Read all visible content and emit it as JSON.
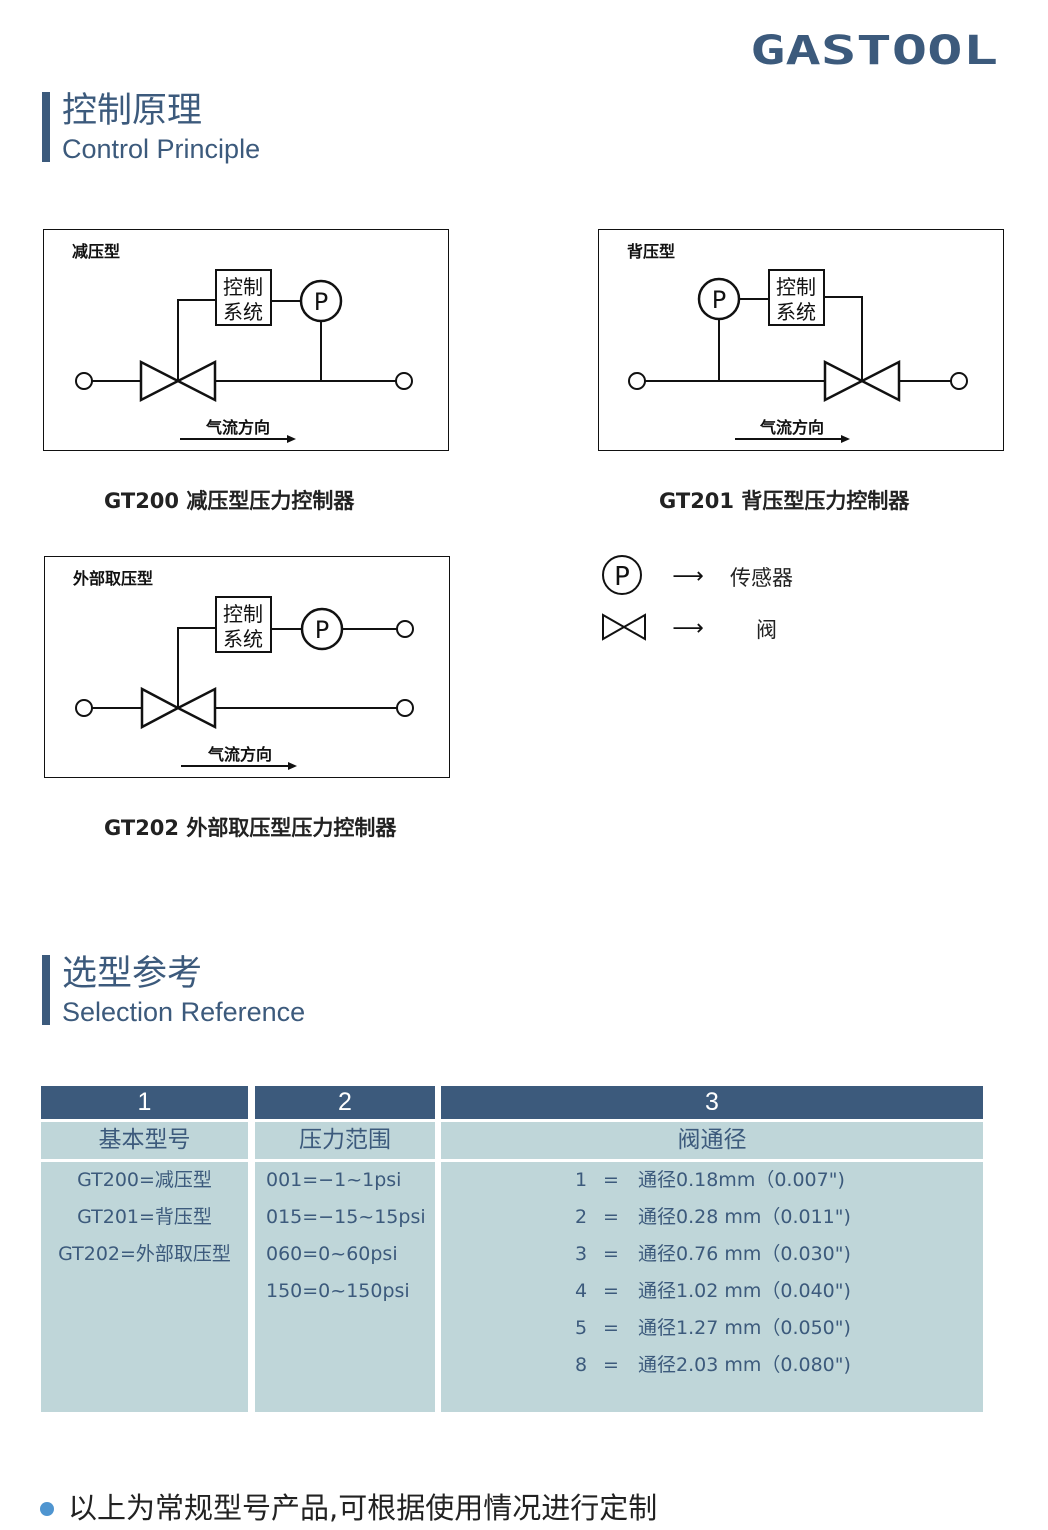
{
  "brand": {
    "logo_text": "GASTOOL",
    "color": "#3c5a7c"
  },
  "section1": {
    "title_zh": "控制原理",
    "title_en": "Control Principle"
  },
  "diagrams": [
    {
      "type_label": "减压型",
      "caption": "GT200 减压型压力控制器",
      "box_label_line1": "控制",
      "box_label_line2": "系统",
      "sensor": "P",
      "flow_label": "气流方向"
    },
    {
      "type_label": "背压型",
      "caption": "GT201 背压型压力控制器",
      "box_label_line1": "控制",
      "box_label_line2": "系统",
      "sensor": "P",
      "flow_label": "气流方向"
    },
    {
      "type_label": "外部取压型",
      "caption": "GT202 外部取压型压力控制器",
      "box_label_line1": "控制",
      "box_label_line2": "系统",
      "sensor": "P",
      "flow_label": "气流方向"
    }
  ],
  "legend": [
    {
      "symbol": "P",
      "arrow": "⟶",
      "label": "传感器"
    },
    {
      "symbol": "valve",
      "arrow": "⟶",
      "label": "阀"
    }
  ],
  "section2": {
    "title_zh": "选型参考",
    "title_en": "Selection Reference"
  },
  "selection_table": {
    "columns": [
      {
        "number": "1",
        "header": "基本型号",
        "rows": [
          "GT200=减压型",
          "GT201=背压型",
          "GT202=外部取压型"
        ]
      },
      {
        "number": "2",
        "header": "压力范围",
        "rows": [
          "001=−1~1psi",
          "015=−15~15psi",
          "060=0~60psi",
          "150=0~150psi"
        ]
      },
      {
        "number": "3",
        "header": "阀通径",
        "rows": [
          {
            "code": "1",
            "eq": "=",
            "desc": "通径0.18mm（0.007\")"
          },
          {
            "code": "2",
            "eq": "=",
            "desc": "通径0.28 mm（0.011\")"
          },
          {
            "code": "3",
            "eq": "=",
            "desc": "通径0.76 mm（0.030\")"
          },
          {
            "code": "4",
            "eq": "=",
            "desc": "通径1.02 mm（0.040\")"
          },
          {
            "code": "5",
            "eq": "=",
            "desc": "通径1.27 mm（0.050\")"
          },
          {
            "code": "8",
            "eq": "=",
            "desc": "通径2.03 mm（0.080\")"
          }
        ]
      }
    ]
  },
  "footnote": "以上为常规型号产品,可根据使用情况进行定制"
}
